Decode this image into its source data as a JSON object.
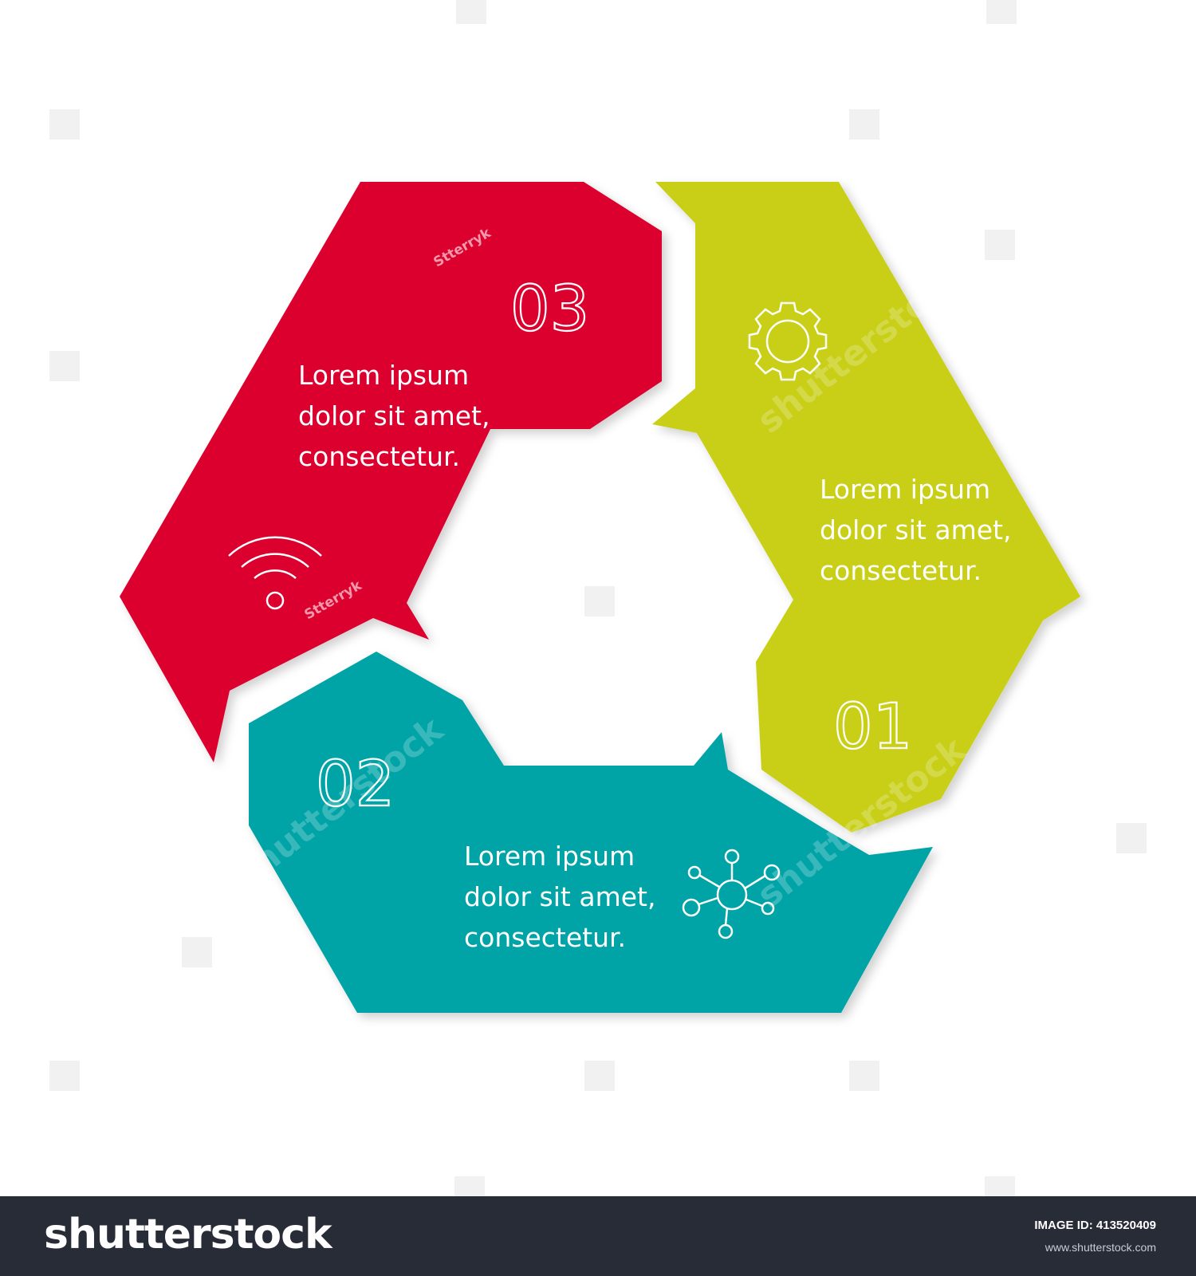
{
  "diagram": {
    "segments": [
      {
        "number": "01",
        "lines": [
          "Lorem ipsum",
          "dolor sit amet,",
          "consectetur."
        ],
        "icon": "gear-icon",
        "color": "#c8cf18"
      },
      {
        "number": "02",
        "lines": [
          "Lorem ipsum",
          "dolor sit amet,",
          "consectetur."
        ],
        "icon": "network-icon",
        "color": "#00a4a7"
      },
      {
        "number": "03",
        "lines": [
          "Lorem ipsum",
          "dolor sit amet,",
          "consectetur."
        ],
        "icon": "wifi-icon",
        "color": "#dc062f"
      }
    ]
  },
  "watermark": {
    "text": "shutterstock",
    "author": "Stterryk"
  },
  "footer": {
    "logo": "shutterstock",
    "image_id_label": "IMAGE ID:",
    "image_id": "413520409",
    "url": "www.shutterstock.com"
  }
}
